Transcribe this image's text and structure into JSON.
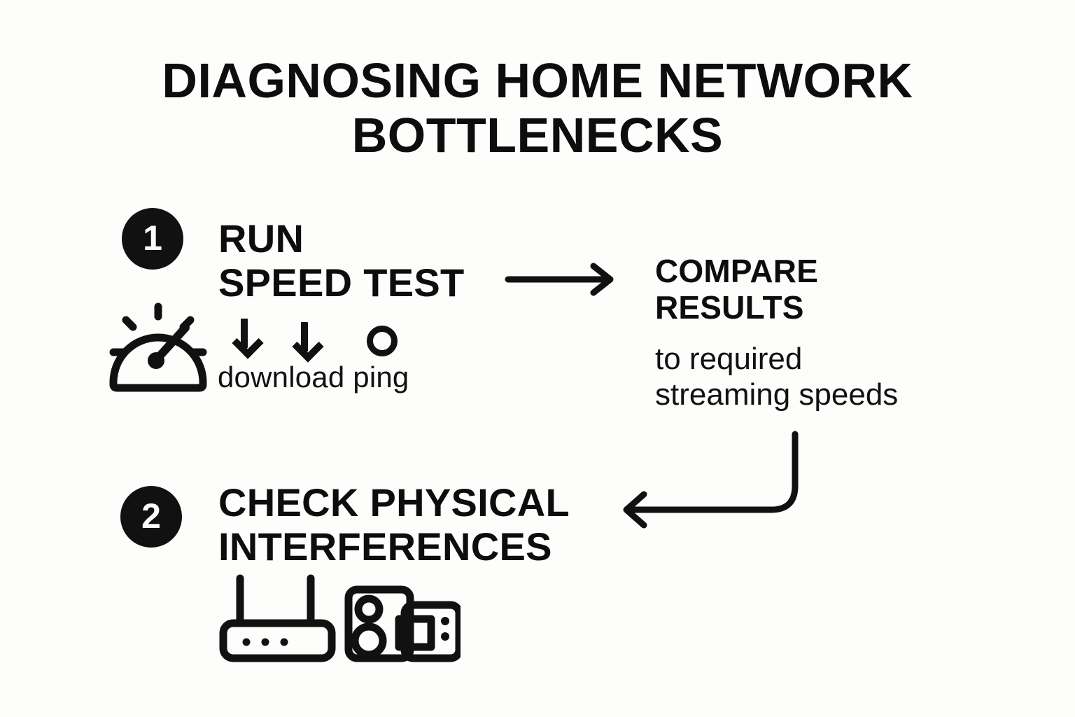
{
  "page": {
    "title_line1": "DIAGNOSING HOME NETWORK",
    "title_line2": "BOTTLENECKS",
    "title_full": "DIAGNOSING HOME NETWORK\nBOTTLENECKS",
    "background_color": "#FDFDFB",
    "ink_color": "#111111"
  },
  "steps": [
    {
      "number": "1",
      "heading": "RUN\nSPEED TEST",
      "heading_line1": "RUN",
      "heading_line2": "SPEED TEST",
      "icon": "speedometer-gauge-icon",
      "metrics": [
        {
          "glyph": "down-arrow",
          "label": "download"
        },
        {
          "glyph": "down-arrow",
          "label": ""
        },
        {
          "glyph": "ring",
          "label": "ping"
        }
      ],
      "metrics_label_text": "download  ping"
    },
    {
      "number": "2",
      "heading": "CHECK PHYSICAL\nINTERFERENCES",
      "heading_line1": "CHECK PHYSICAL",
      "heading_line2": "INTERFERENCES",
      "icon": "router-and-appliances-icon"
    }
  ],
  "compare": {
    "heading": "COMPARE\nRESULTS",
    "heading_line1": "COMPARE",
    "heading_line2": "RESULTS",
    "subtext": "to required\nstreaming speeds",
    "subtext_line1": "to required",
    "subtext_line2": "streaming speeds"
  },
  "connectors": [
    {
      "name": "arrow-right-to-compare",
      "direction": "right",
      "shape": "straight"
    },
    {
      "name": "arrow-curve-to-step-2",
      "direction": "left",
      "shape": "elbow-curve"
    }
  ]
}
